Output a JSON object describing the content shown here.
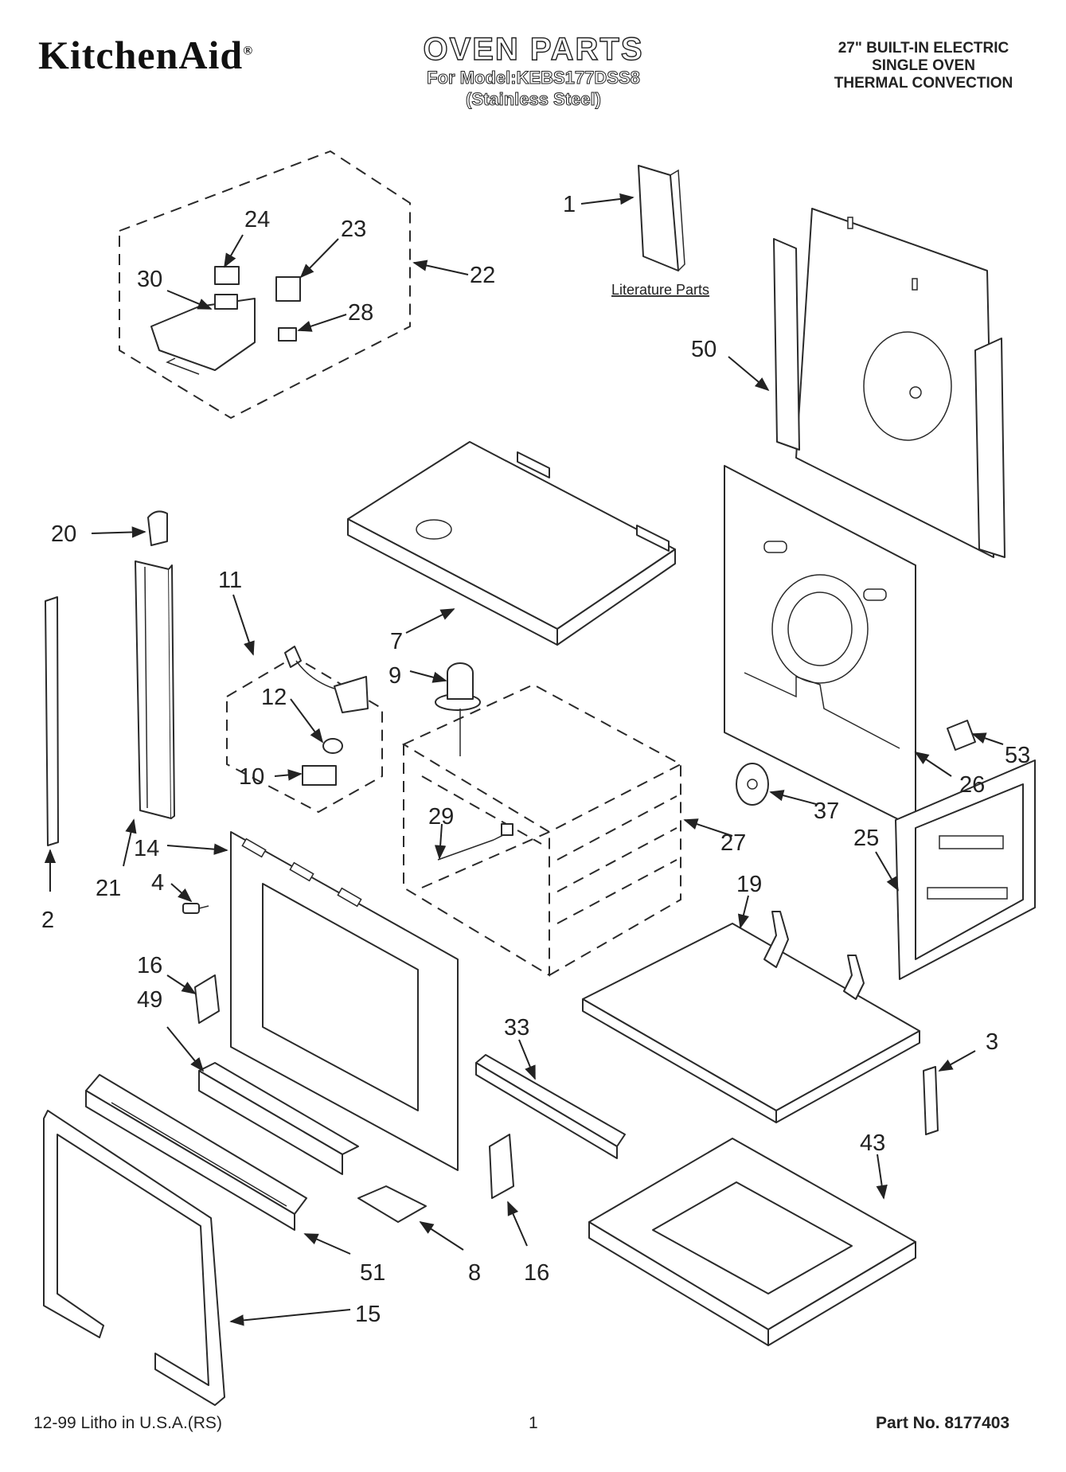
{
  "header": {
    "brand": "KitchenAid",
    "title": "OVEN PARTS",
    "model_line": "For Model:KEBS177DSS8",
    "finish_line": "(Stainless Steel)",
    "description": [
      "27\" BUILT-IN ELECTRIC",
      "SINGLE OVEN",
      "THERMAL CONVECTION"
    ]
  },
  "literature_label": "Literature Parts",
  "callouts": [
    "1",
    "2",
    "3",
    "4",
    "7",
    "8",
    "9",
    "10",
    "11",
    "12",
    "14",
    "15",
    "16",
    "16",
    "19",
    "20",
    "21",
    "22",
    "23",
    "24",
    "25",
    "26",
    "27",
    "28",
    "29",
    "30",
    "33",
    "37",
    "43",
    "49",
    "50",
    "51",
    "53"
  ],
  "footer": {
    "litho": "12-99 Litho in U.S.A.(RS)",
    "page": "1",
    "part_no": "Part No. 8177403"
  }
}
